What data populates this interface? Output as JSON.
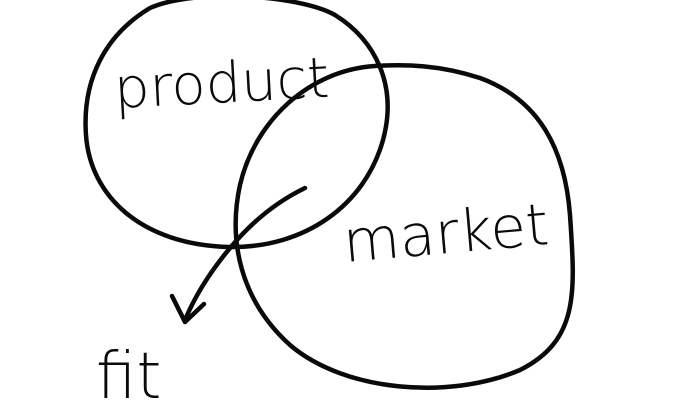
{
  "diagram": {
    "type": "venn",
    "style": "hand-drawn",
    "stroke_color": "#0a0a0a",
    "background": "#ffffff",
    "sets": [
      {
        "id": "product",
        "label": "product"
      },
      {
        "id": "market",
        "label": "market"
      }
    ],
    "intersection": {
      "label": "fit",
      "pointer": "arrow from overlap region to label"
    }
  }
}
